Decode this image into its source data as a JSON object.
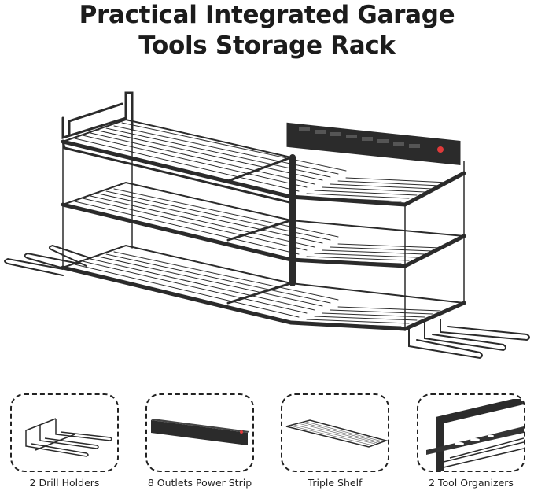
{
  "title": {
    "line1": "Practical Integrated Garage",
    "line2": "Tools Storage Rack"
  },
  "hero": {
    "image": "three-tier-wall-mounted-garage-tool-rack",
    "shelf_count": 3,
    "power_strip_outlets": 8,
    "colors": {
      "metal": "#2b2b2b",
      "switch": "#e03a3a",
      "background": "#ffffff"
    }
  },
  "features": [
    {
      "label": "2 Drill Holders",
      "icon": "drill-holder-icon"
    },
    {
      "label": "8 Outlets Power Strip",
      "icon": "power-strip-icon"
    },
    {
      "label": "Triple Shelf",
      "icon": "shelf-icon"
    },
    {
      "label": "2 Tool Organizers",
      "icon": "tool-organizer-icon"
    }
  ]
}
